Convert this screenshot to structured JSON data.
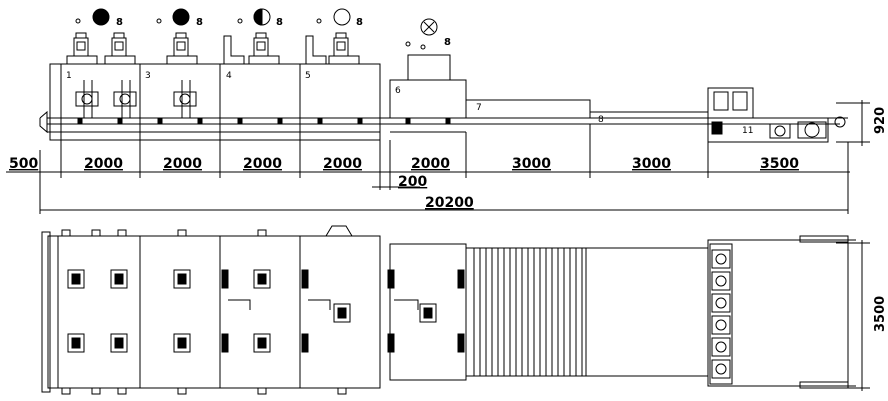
{
  "elevation": {
    "zones": [
      "1",
      "3",
      "4",
      "5",
      "6",
      "7",
      "8",
      "11"
    ],
    "symbol_numbers": [
      "8",
      "8",
      "8",
      "8",
      "8"
    ]
  },
  "dimensions": {
    "row": [
      "500",
      "2000",
      "2000",
      "2000",
      "2000",
      "2000",
      "3000",
      "3000",
      "3500"
    ],
    "gap": "200",
    "total": "20200",
    "height_right": "920",
    "width_plan": "3500"
  }
}
